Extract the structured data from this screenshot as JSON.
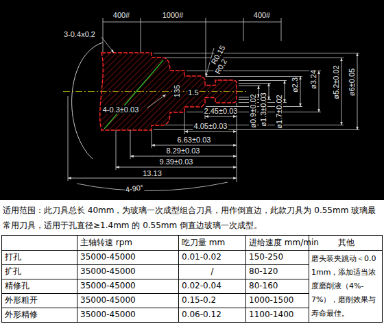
{
  "diagram": {
    "labels": [
      "400#",
      "1000#",
      "400#",
      "3-0.4x0.2",
      "R0.15",
      "R0.2",
      "135",
      "1.5",
      "4-0.3±0.03",
      "2.45±0.03",
      "4.05±0.03",
      "6.63±0.03",
      "8.29±0.03",
      "9.39±0.03",
      "13.13",
      "4-90°",
      "ø0.9±0.02",
      "ø1.3±0.03",
      "ø1.7±0.02",
      "ø2.3",
      "ø3.24",
      "ø5.2±0.02",
      "ø6±0.05",
      "适用范围：此刀具总长 40mm，为玻璃一次成型组合刀具，用作倒直边，此款刀具为 0.55mm 玻璃最常用刀具，适用于孔直径≥1.4mm 的 0.55mm 倒直边玻璃一次成型。",
      "主轴转速 rpm",
      "吃刀量 mm",
      "进给速度 mm/min",
      "其他",
      "打孔",
      "35000-45000",
      "0.01-0.02",
      "150-250",
      "扩孔",
      "35000-45000",
      "/",
      "80-120",
      "精修孔",
      "35000-45000",
      "0.02-0.04",
      "80-160",
      "外形粗开",
      "35000-45000",
      "0.15-0.2",
      "1000-1500",
      "外形精修",
      "35000-45000",
      "0.06-0.12",
      "1100-1400",
      "磨头装夹跳动＜0.01mm，添加适当浓度磨削液（4%-7%），磨削效果与寿命最佳。"
    ]
  }
}
